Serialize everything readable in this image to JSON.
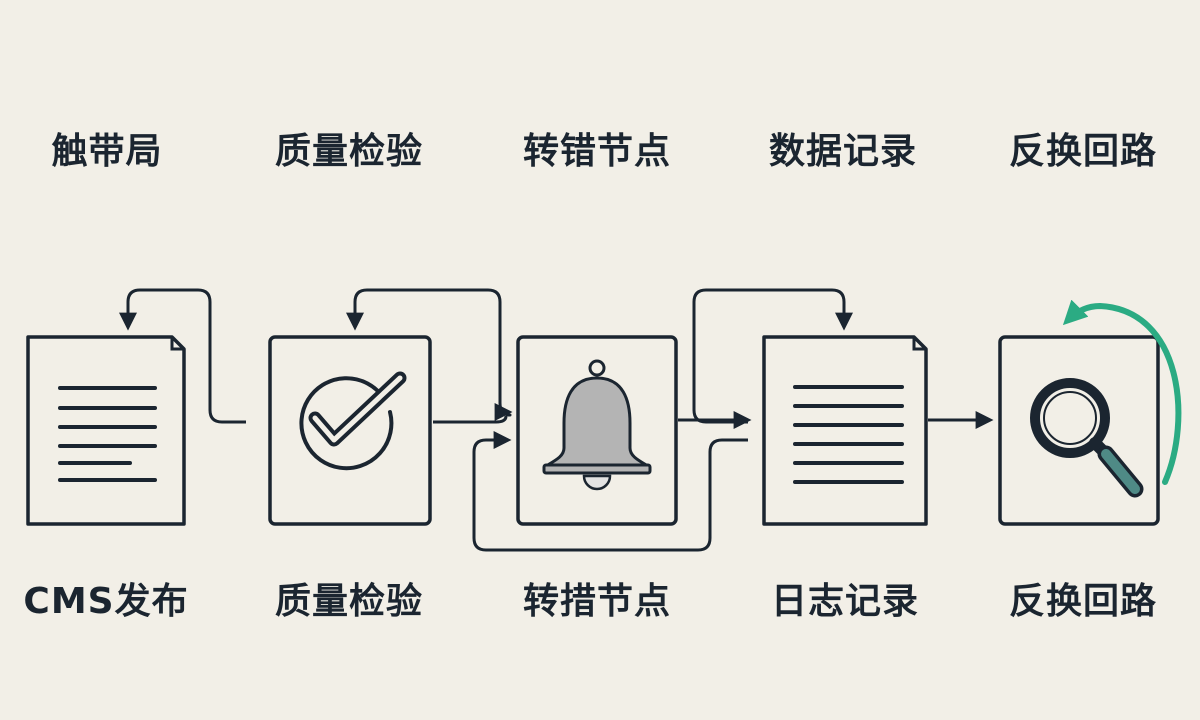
{
  "top_labels": [
    "触带局",
    "质量检验",
    "转错节点",
    "数据记录",
    "反换回路"
  ],
  "bottom_labels": [
    "CMS发布",
    "质量检验",
    "转措节点",
    "日志记录",
    "反换回路"
  ],
  "nodes": [
    {
      "icon": "document-icon"
    },
    {
      "icon": "checkmark-circle-icon"
    },
    {
      "icon": "bell-icon"
    },
    {
      "icon": "log-document-icon"
    },
    {
      "icon": "magnifier-icon"
    }
  ],
  "colors": {
    "background": "#f2efe7",
    "stroke": "#1b2530",
    "accent": "#2bab83",
    "bell_fill": "#b4b4b4",
    "magnifier_handle": "#4f8a86"
  }
}
